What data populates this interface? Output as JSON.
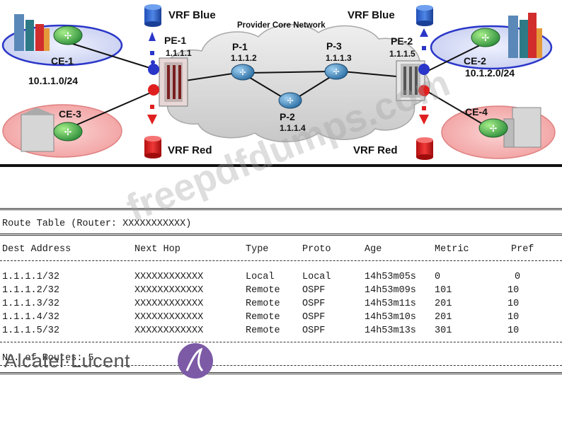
{
  "diagram": {
    "core_label": "Provider Core Network",
    "vrf_blue_left": "VRF Blue",
    "vrf_blue_right": "VRF Blue",
    "vrf_red_left": "VRF Red",
    "vrf_red_right": "VRF Red",
    "nodes": {
      "pe1": {
        "name": "PE-1",
        "ip": "1.1.1.1"
      },
      "p1": {
        "name": "P-1",
        "ip": "1.1.1.2"
      },
      "p2": {
        "name": "P-2",
        "ip": "1.1.1.4"
      },
      "p3": {
        "name": "P-3",
        "ip": "1.1.1.3"
      },
      "pe2": {
        "name": "PE-2",
        "ip": "1.1.1.5"
      },
      "ce1": {
        "name": "CE-1",
        "subnet": "10.1.1.0/24"
      },
      "ce2": {
        "name": "CE-2",
        "subnet": "10.1.2.0/24"
      },
      "ce3": {
        "name": "CE-3"
      },
      "ce4": {
        "name": "CE-4"
      }
    },
    "colors": {
      "blue": "#2a36c8",
      "red": "#e02020",
      "cloud": "#d8d8d8",
      "router": "#3a7fb5",
      "ce_router": "#3aa04a"
    }
  },
  "route_table": {
    "title": "Route Table (Router: XXXXXXXXXXX)",
    "headers": [
      "Dest Address",
      "Next Hop",
      "Type",
      "Proto",
      "Age",
      "Metric",
      "Pref"
    ],
    "rows": [
      [
        "1.1.1.1/32",
        "XXXXXXXXXXXX",
        "Local",
        "Local",
        "14h53m05s",
        "0",
        "0"
      ],
      [
        "1.1.1.2/32",
        "XXXXXXXXXXXX",
        "Remote",
        "OSPF",
        "14h53m09s",
        "101",
        "10"
      ],
      [
        "1.1.1.3/32",
        "XXXXXXXXXXXX",
        "Remote",
        "OSPF",
        "14h53m11s",
        "201",
        "10"
      ],
      [
        "1.1.1.4/32",
        "XXXXXXXXXXXX",
        "Remote",
        "OSPF",
        "14h53m10s",
        "201",
        "10"
      ],
      [
        "1.1.1.5/32",
        "XXXXXXXXXXXX",
        "Remote",
        "OSPF",
        "14h53m13s",
        "301",
        "10"
      ]
    ],
    "footer": "No. of Routes: 5"
  },
  "brand": "Alcatel·Lucent",
  "watermark": "freepdfdumps.com"
}
